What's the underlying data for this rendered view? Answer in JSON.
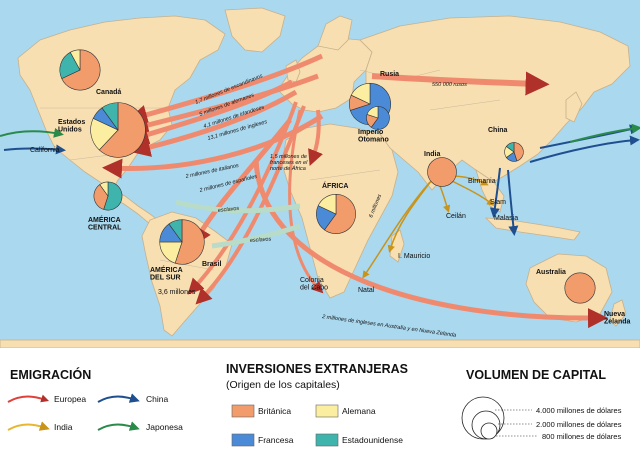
{
  "regions": {
    "canada": "Canadá",
    "usa": "Estados\nUnidos",
    "california": "California",
    "central_america": "AMÉRICA\nCENTRAL",
    "south_america": "AMÉRICA\nDEL SUR",
    "south_america_value": "3,6 millones",
    "brazil": "Brasil",
    "russia": "Rusia",
    "ottoman": "Imperio\nOtomano",
    "africa": "ÁFRICA",
    "india": "India",
    "china": "China",
    "burma": "Birmania",
    "siam": "Siam",
    "malaysia": "Malasia",
    "ceylon": "Ceilán",
    "mauritius": "I. Mauricio",
    "natal": "Natal",
    "cape": "Colonia\ndel Cabo",
    "australia": "Australia",
    "new_zealand": "Nueva\nZelanda"
  },
  "flow_labels": {
    "scandinavians": "1,7 millones de escandinavos",
    "germans": "5 millones de alemanes",
    "irish": "4,1 millones de irlandeses",
    "english": "13,1 millones de ingleses",
    "italians": "2 millones de italianos",
    "spanish_portuguese": "2 millones de españoles",
    "french_north_africa": "1,5 millones de\nfranceses en el\nnorte de África",
    "russians": "550 000 rusos",
    "slaves_1": "esclavos",
    "slaves_2": "esclavos",
    "indians_africa": "6 millones",
    "english_oceania": "2 millones de ingleses en Australia y en Nueva Zelanda"
  },
  "legend": {
    "emigration": {
      "title": "EMIGRACIÓN",
      "items": [
        {
          "label": "Europea",
          "color": "#e0403a"
        },
        {
          "label": "China",
          "color": "#1f4f8f"
        },
        {
          "label": "India",
          "color": "#e8b630"
        },
        {
          "label": "Japonesa",
          "color": "#2a8a4a"
        }
      ]
    },
    "investments": {
      "title": "INVERSIONES EXTRANJERAS",
      "subtitle": "(Origen de los capitales)",
      "items": [
        {
          "label": "Británica",
          "color": "#f29b6b"
        },
        {
          "label": "Alemana",
          "color": "#fbeea0"
        },
        {
          "label": "Francesa",
          "color": "#4a8ad6"
        },
        {
          "label": "Estadounidense",
          "color": "#3fb4ac"
        }
      ]
    },
    "capital": {
      "title": "VOLUMEN DE CAPITAL",
      "items": [
        "4.000 millones de dólares",
        "2.000 millones de dólares",
        "800 millones de dólares"
      ]
    }
  },
  "pie_data": [
    {
      "name": "canada",
      "total_millions": 3700,
      "shares": [
        {
          "k": "british",
          "v": 0.68
        },
        {
          "k": "usa",
          "v": 0.24
        },
        {
          "k": "german",
          "v": 0.08
        }
      ]
    },
    {
      "name": "usa",
      "total_millions": 6800,
      "shares": [
        {
          "k": "british",
          "v": 0.62
        },
        {
          "k": "german",
          "v": 0.2
        },
        {
          "k": "french",
          "v": 0.08
        },
        {
          "k": "usa",
          "v": 0.1
        }
      ]
    },
    {
      "name": "central_america",
      "total_millions": 1800,
      "shares": [
        {
          "k": "usa",
          "v": 0.55
        },
        {
          "k": "british",
          "v": 0.35
        },
        {
          "k": "german",
          "v": 0.1
        }
      ]
    },
    {
      "name": "south_america",
      "total_millions": 4500,
      "shares": [
        {
          "k": "british",
          "v": 0.55
        },
        {
          "k": "german",
          "v": 0.2
        },
        {
          "k": "french",
          "v": 0.15
        },
        {
          "k": "usa",
          "v": 0.1
        }
      ]
    },
    {
      "name": "russia",
      "total_millions": 3900,
      "shares": [
        {
          "k": "french",
          "v": 0.7
        },
        {
          "k": "british",
          "v": 0.12
        },
        {
          "k": "german",
          "v": 0.18
        }
      ]
    },
    {
      "name": "ottoman",
      "total_millions": 1200,
      "shares": [
        {
          "k": "french",
          "v": 0.6
        },
        {
          "k": "british",
          "v": 0.2
        },
        {
          "k": "german",
          "v": 0.2
        }
      ]
    },
    {
      "name": "africa",
      "total_millions": 3500,
      "shares": [
        {
          "k": "british",
          "v": 0.6
        },
        {
          "k": "french",
          "v": 0.22
        },
        {
          "k": "german",
          "v": 0.18
        }
      ]
    },
    {
      "name": "india",
      "total_millions": 1900,
      "shares": [
        {
          "k": "british",
          "v": 1.0
        }
      ]
    },
    {
      "name": "china",
      "total_millions": 800,
      "shares": [
        {
          "k": "british",
          "v": 0.45
        },
        {
          "k": "french",
          "v": 0.2
        },
        {
          "k": "german",
          "v": 0.2
        },
        {
          "k": "usa",
          "v": 0.15
        }
      ]
    },
    {
      "name": "australia",
      "total_millions": 2100,
      "shares": [
        {
          "k": "british",
          "v": 1.0
        }
      ]
    }
  ],
  "colors": {
    "ocean": "#a9d8ef",
    "land": "#f7dfb2",
    "coast": "#c8b08a",
    "border": "#c9b89a",
    "british": "#f29b6b",
    "german": "#fbeea0",
    "french": "#4a8ad6",
    "usa": "#3fb4ac",
    "europe_flow": "#f08a6e",
    "europe_edge": "#b0302a",
    "china_flow": "#1f4f8f",
    "india_flow": "#e8b630",
    "japan_flow": "#2a8a4a",
    "slave_flow": "#b8dcc8"
  }
}
